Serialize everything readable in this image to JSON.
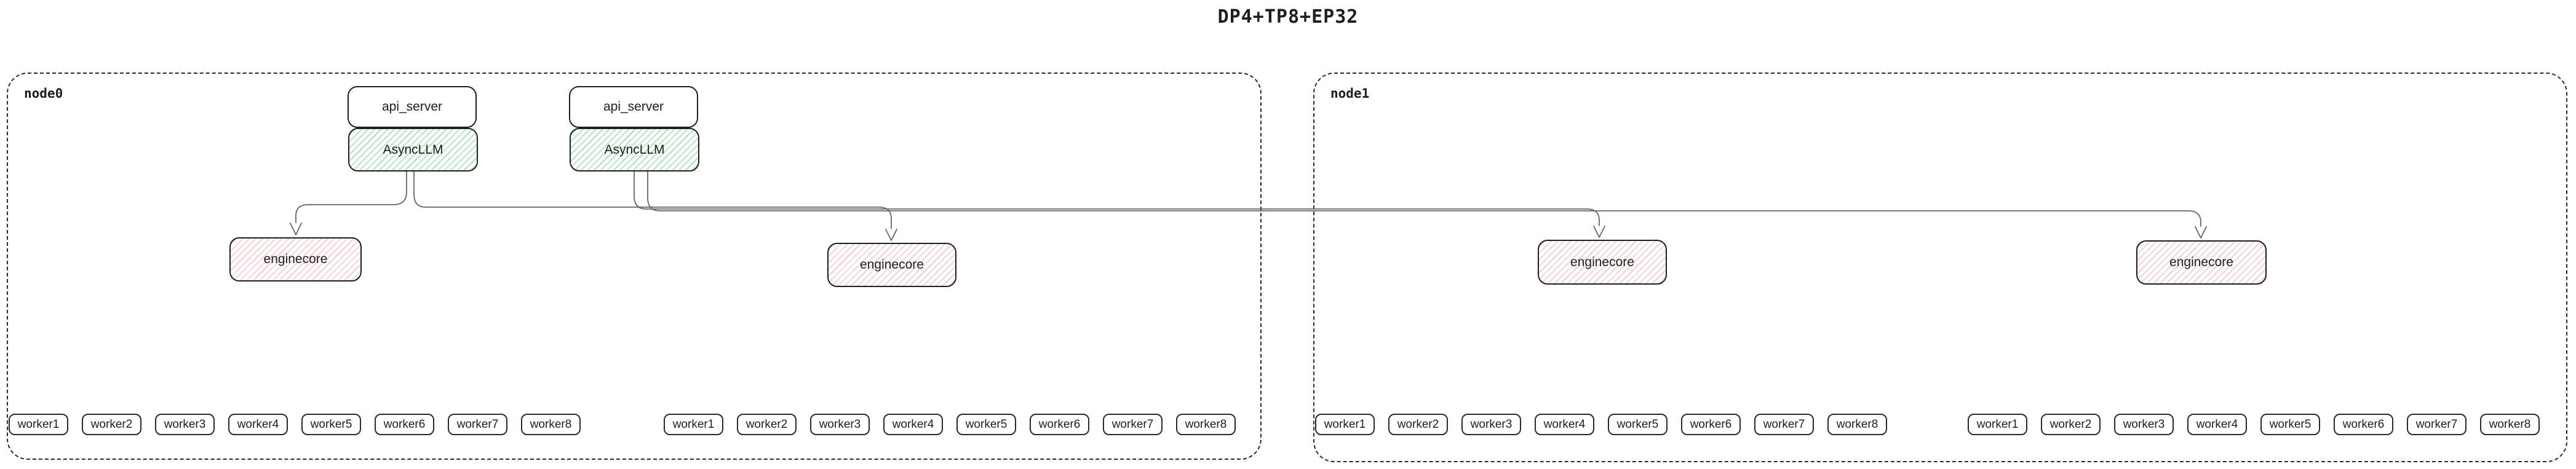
{
  "title": "DP4+TP8+EP32",
  "colors": {
    "box_border": "#1e1e1e",
    "node_border": "#2b2b2b",
    "connector": "#666666",
    "green_hatch": "#40c057",
    "red_hatch": "#e03131"
  },
  "node0": {
    "label": "node0",
    "stack1": {
      "api_server": "api_server",
      "asyncllm": "AsyncLLM"
    },
    "stack2": {
      "api_server": "api_server",
      "asyncllm": "AsyncLLM"
    },
    "enginecores": [
      "enginecore",
      "enginecore"
    ],
    "worker_groups": [
      [
        "worker1",
        "worker2",
        "worker3",
        "worker4",
        "worker5",
        "worker6",
        "worker7",
        "worker8"
      ],
      [
        "worker1",
        "worker2",
        "worker3",
        "worker4",
        "worker5",
        "worker6",
        "worker7",
        "worker8"
      ]
    ]
  },
  "node1": {
    "label": "node1",
    "enginecores": [
      "enginecore",
      "enginecore"
    ],
    "worker_groups": [
      [
        "worker1",
        "worker2",
        "worker3",
        "worker4",
        "worker5",
        "worker6",
        "worker7",
        "worker8"
      ],
      [
        "worker1",
        "worker2",
        "worker3",
        "worker4",
        "worker5",
        "worker6",
        "worker7",
        "worker8"
      ]
    ]
  }
}
